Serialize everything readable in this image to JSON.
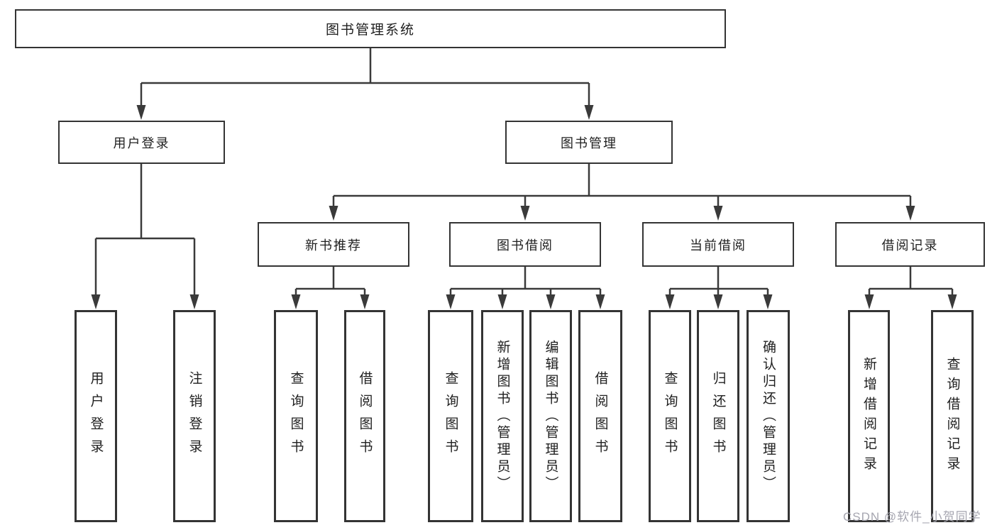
{
  "diagram": {
    "title": "图书管理系统",
    "level2": [
      {
        "label": "用户登录"
      },
      {
        "label": "图书管理"
      }
    ],
    "level3": [
      {
        "label": "新书推荐"
      },
      {
        "label": "图书借阅"
      },
      {
        "label": "当前借阅"
      },
      {
        "label": "借阅记录"
      }
    ],
    "leaves": [
      {
        "label": "用户登录"
      },
      {
        "label": "注销登录"
      },
      {
        "label": "查询图书"
      },
      {
        "label": "借阅图书"
      },
      {
        "label": "查询图书"
      },
      {
        "label": "新增图书（管理员）"
      },
      {
        "label": "编辑图书（管理员）"
      },
      {
        "label": "借阅图书"
      },
      {
        "label": "查询图书"
      },
      {
        "label": "归还图书"
      },
      {
        "label": "确认归还（管理员）"
      },
      {
        "label": "新增借阅记录"
      },
      {
        "label": "查询借阅记录"
      }
    ],
    "watermark": "CSDN @软件_小贺同学",
    "colors": {
      "line": "#3a3a3a",
      "box_border": "#343434",
      "text": "#1f1f1f",
      "watermark": "#a6a6b0",
      "background": "#ffffff"
    }
  }
}
